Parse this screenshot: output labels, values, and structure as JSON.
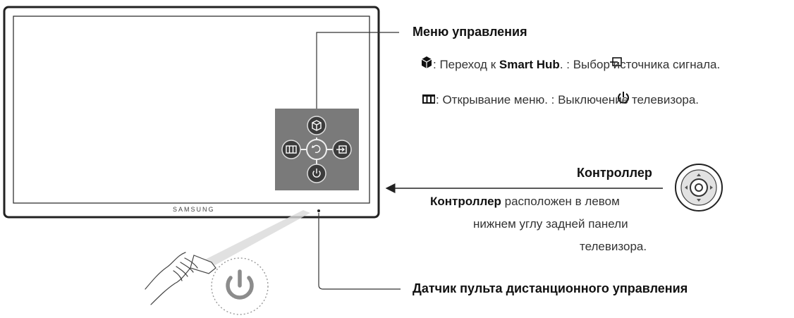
{
  "tv": {
    "brand": "SAMSUNG"
  },
  "control_menu": {
    "title": "Меню управления",
    "line1": {
      "smart_hub_prefix": ": Переход к ",
      "smart_hub_name": "Smart Hub",
      "source_text": ". : Выбор источника сигнала."
    },
    "line2": {
      "menu_text": ": Открывание меню. : Выключение телевизора."
    }
  },
  "controller": {
    "title": "Контроллер",
    "desc_bold": "Контроллер",
    "desc_rest": " расположен в левом",
    "desc_line2": "нижнем углу задней панели",
    "desc_line3": "телевизора."
  },
  "remote_sensor": {
    "label": "Датчик пульта дистанционного управления"
  },
  "icons": {
    "smart_hub": "smart-hub-cube-icon",
    "menu": "menu-grid-icon",
    "source": "source-input-icon",
    "power": "power-icon",
    "return": "return-icon"
  }
}
